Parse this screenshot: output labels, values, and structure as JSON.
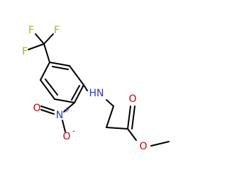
{
  "molecule": {
    "atoms": {
      "f1": {
        "text": "F",
        "color": "#b2b200"
      },
      "f2": {
        "text": "F",
        "color": "#b2b200"
      },
      "f3": {
        "text": "F",
        "color": "#b2b200"
      },
      "nh": {
        "text": "HN",
        "color": "#3333cc"
      },
      "n_nitro": {
        "text": "N",
        "color": "#3333cc"
      },
      "n_nitro_charge": {
        "text": "+",
        "color": "#3333cc"
      },
      "o_nitro_left": {
        "text": "O",
        "color": "#cc0000"
      },
      "o_nitro_bottom": {
        "text": "O",
        "color": "#cc0000"
      },
      "o_nitro_charge": {
        "text": "-",
        "color": "#cc0000"
      },
      "o_carbonyl": {
        "text": "O",
        "color": "#cc0000"
      },
      "o_ester": {
        "text": "O",
        "color": "#cc0000"
      }
    },
    "bond_color": "#000000"
  }
}
